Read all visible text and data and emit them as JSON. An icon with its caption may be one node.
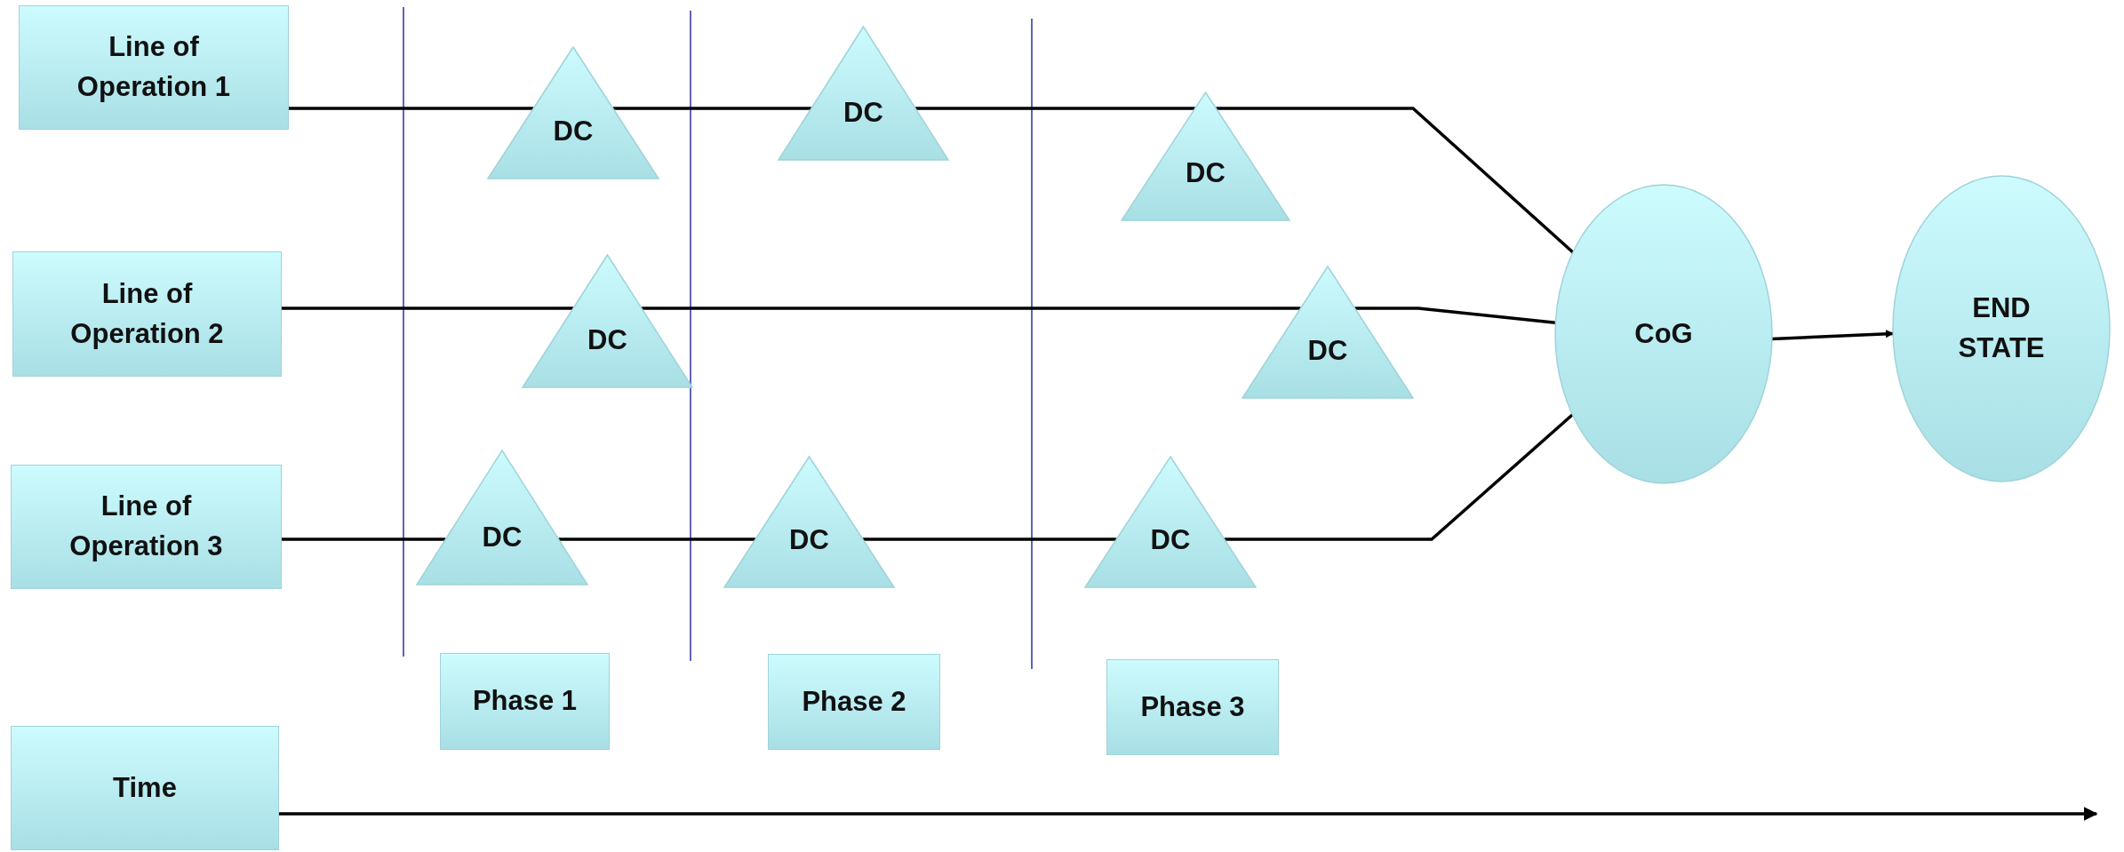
{
  "diagram": {
    "nodes": [
      {
        "text": [
          "Line of Operation 1"
        ]
      },
      {
        "text": [
          "DC"
        ]
      },
      {
        "text": [
          "DC"
        ]
      },
      {
        "text": [
          "DC"
        ]
      },
      {
        "text": [
          "Line of Operation 2"
        ]
      },
      {
        "text": [
          "DC"
        ]
      },
      {
        "text": [
          "DC"
        ]
      },
      {
        "text": [
          "CoG"
        ]
      },
      {
        "text": [
          "END STATE"
        ]
      },
      {
        "text": [
          "Line of Operation 3"
        ]
      },
      {
        "text": [
          "DC"
        ]
      },
      {
        "text": [
          "DC"
        ]
      },
      {
        "text": [
          "DC"
        ]
      },
      {
        "text": [
          "Phase 1"
        ]
      },
      {
        "text": [
          "Phase 2"
        ]
      },
      {
        "text": [
          "Phase 3"
        ]
      },
      {
        "text": [
          "Time"
        ]
      }
    ],
    "edges": [
      {
        "from": 0,
        "to": 1,
        "arrow": "none"
      },
      {
        "from": 1,
        "to": 2,
        "arrow": "none"
      },
      {
        "from": 2,
        "to": 3,
        "arrow": "none"
      },
      {
        "from": 3,
        "to": 7,
        "arrow": "none"
      },
      {
        "from": 4,
        "to": 5,
        "arrow": "none"
      },
      {
        "from": 5,
        "to": 6,
        "arrow": "none"
      },
      {
        "from": 6,
        "to": 7,
        "arrow": "none"
      },
      {
        "from": 9,
        "to": 10,
        "arrow": "none"
      },
      {
        "from": 10,
        "to": 11,
        "arrow": "none"
      },
      {
        "from": 11,
        "to": 12,
        "arrow": "none"
      },
      {
        "from": 12,
        "to": 7,
        "arrow": "none"
      },
      {
        "from": 7,
        "to": 8,
        "arrow": "to"
      },
      {
        "from": 16,
        "to": null,
        "arrow": "to"
      }
    ]
  }
}
